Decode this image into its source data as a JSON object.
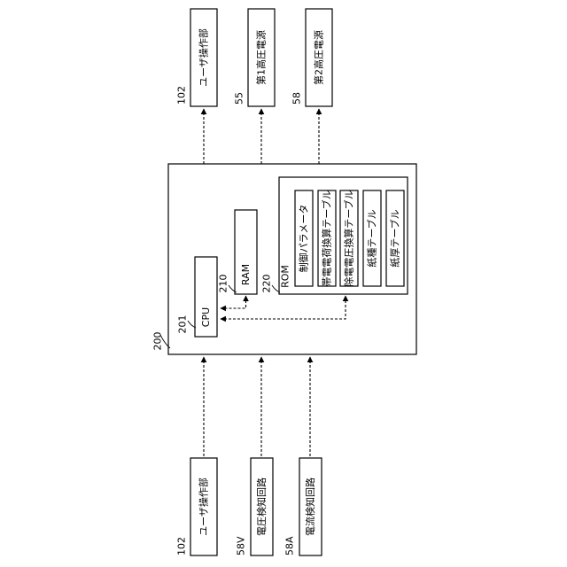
{
  "devices_out": {
    "user_op": {
      "ref": "102",
      "label": "ユーザ操作部"
    },
    "hv1": {
      "ref": "55",
      "label": "第1高圧電源"
    },
    "hv2": {
      "ref": "58",
      "label": "第2高圧電源"
    }
  },
  "controller": {
    "ref": "200",
    "cpu": {
      "ref": "201",
      "label": "CPU"
    },
    "ram": {
      "ref": "210",
      "label": "RAM"
    },
    "rom": {
      "ref": "220",
      "label": "ROM",
      "tables": [
        {
          "label": "制御パラメータ"
        },
        {
          "label": "帯電電荷換算テーブル"
        },
        {
          "label": "除電電圧換算テーブル"
        },
        {
          "label": "紙種テーブル"
        },
        {
          "label": "紙厚テーブル"
        }
      ]
    }
  },
  "devices_in": {
    "user_op": {
      "ref": "102",
      "label": "ユーザ操作部"
    },
    "voltage_detect": {
      "ref": "58V",
      "label": "電圧検知回路"
    },
    "current_detect": {
      "ref": "58A",
      "label": "電流検知回路"
    }
  }
}
